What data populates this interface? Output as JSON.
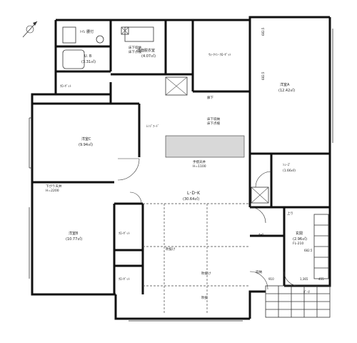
{
  "rooms": {
    "toilet": "ﾄｲﾚ   腰付",
    "ub": "U. B",
    "ub_area": "(3.31㎡)",
    "laundry": "洗面脱衣室",
    "laundry_area": "(4.07㎡)",
    "underfloor_note_1": "床下収納",
    "underfloor_note_2": "床下点検",
    "hallway": "廊下",
    "walkin": "ｳｫｰｸｲﾝ･ｸﾛｰｾﾞｯﾄ",
    "western_a": "洋室A",
    "western_a_area": "(12.42㎡)",
    "closet_top": "ｸﾛｰｾﾞｯﾄ",
    "western_c": "洋室C",
    "western_c_area": "(9.94㎡)",
    "kitchen_label": "ﾚﾝｼﾞﾌｰﾄﾞ",
    "storage_note": "床下収納",
    "storage_note_2": "床下点検",
    "counter": "手摺天井",
    "counter_h": "H=1100",
    "ldk": "L･D･K",
    "ldk_area": "(30.64㎡)",
    "hall": "ﾎｰﾙ",
    "entrance": "玄関",
    "entrance_area": "(2.96㎡)",
    "entrance_fl": "FL-210",
    "storage_right": "ｼｭｰｽﾞ",
    "storage_right_area": "(1.66㎡)",
    "western_b": "洋室B",
    "western_b_area": "(10.77㎡)",
    "closet_mid": "ｸﾛｰｾﾞｯﾄ",
    "closet_low": "ｸﾛｰｾﾞｯﾄ",
    "ceiling_lower": "下がり天井",
    "ceiling_h": "H=2200",
    "attic_1": "吹抜け",
    "attic_2": "吹抜け",
    "vaulted": "吹抜",
    "porch": "ﾎﾟｰﾁ",
    "stairs_note": "上り",
    "storage_small": "収納",
    "dim_1": "1,365",
    "dim_2": "455",
    "dim_3": "910",
    "dim_4": "682.5",
    "dim_5": "682.5",
    "dim_6": "682.5"
  }
}
